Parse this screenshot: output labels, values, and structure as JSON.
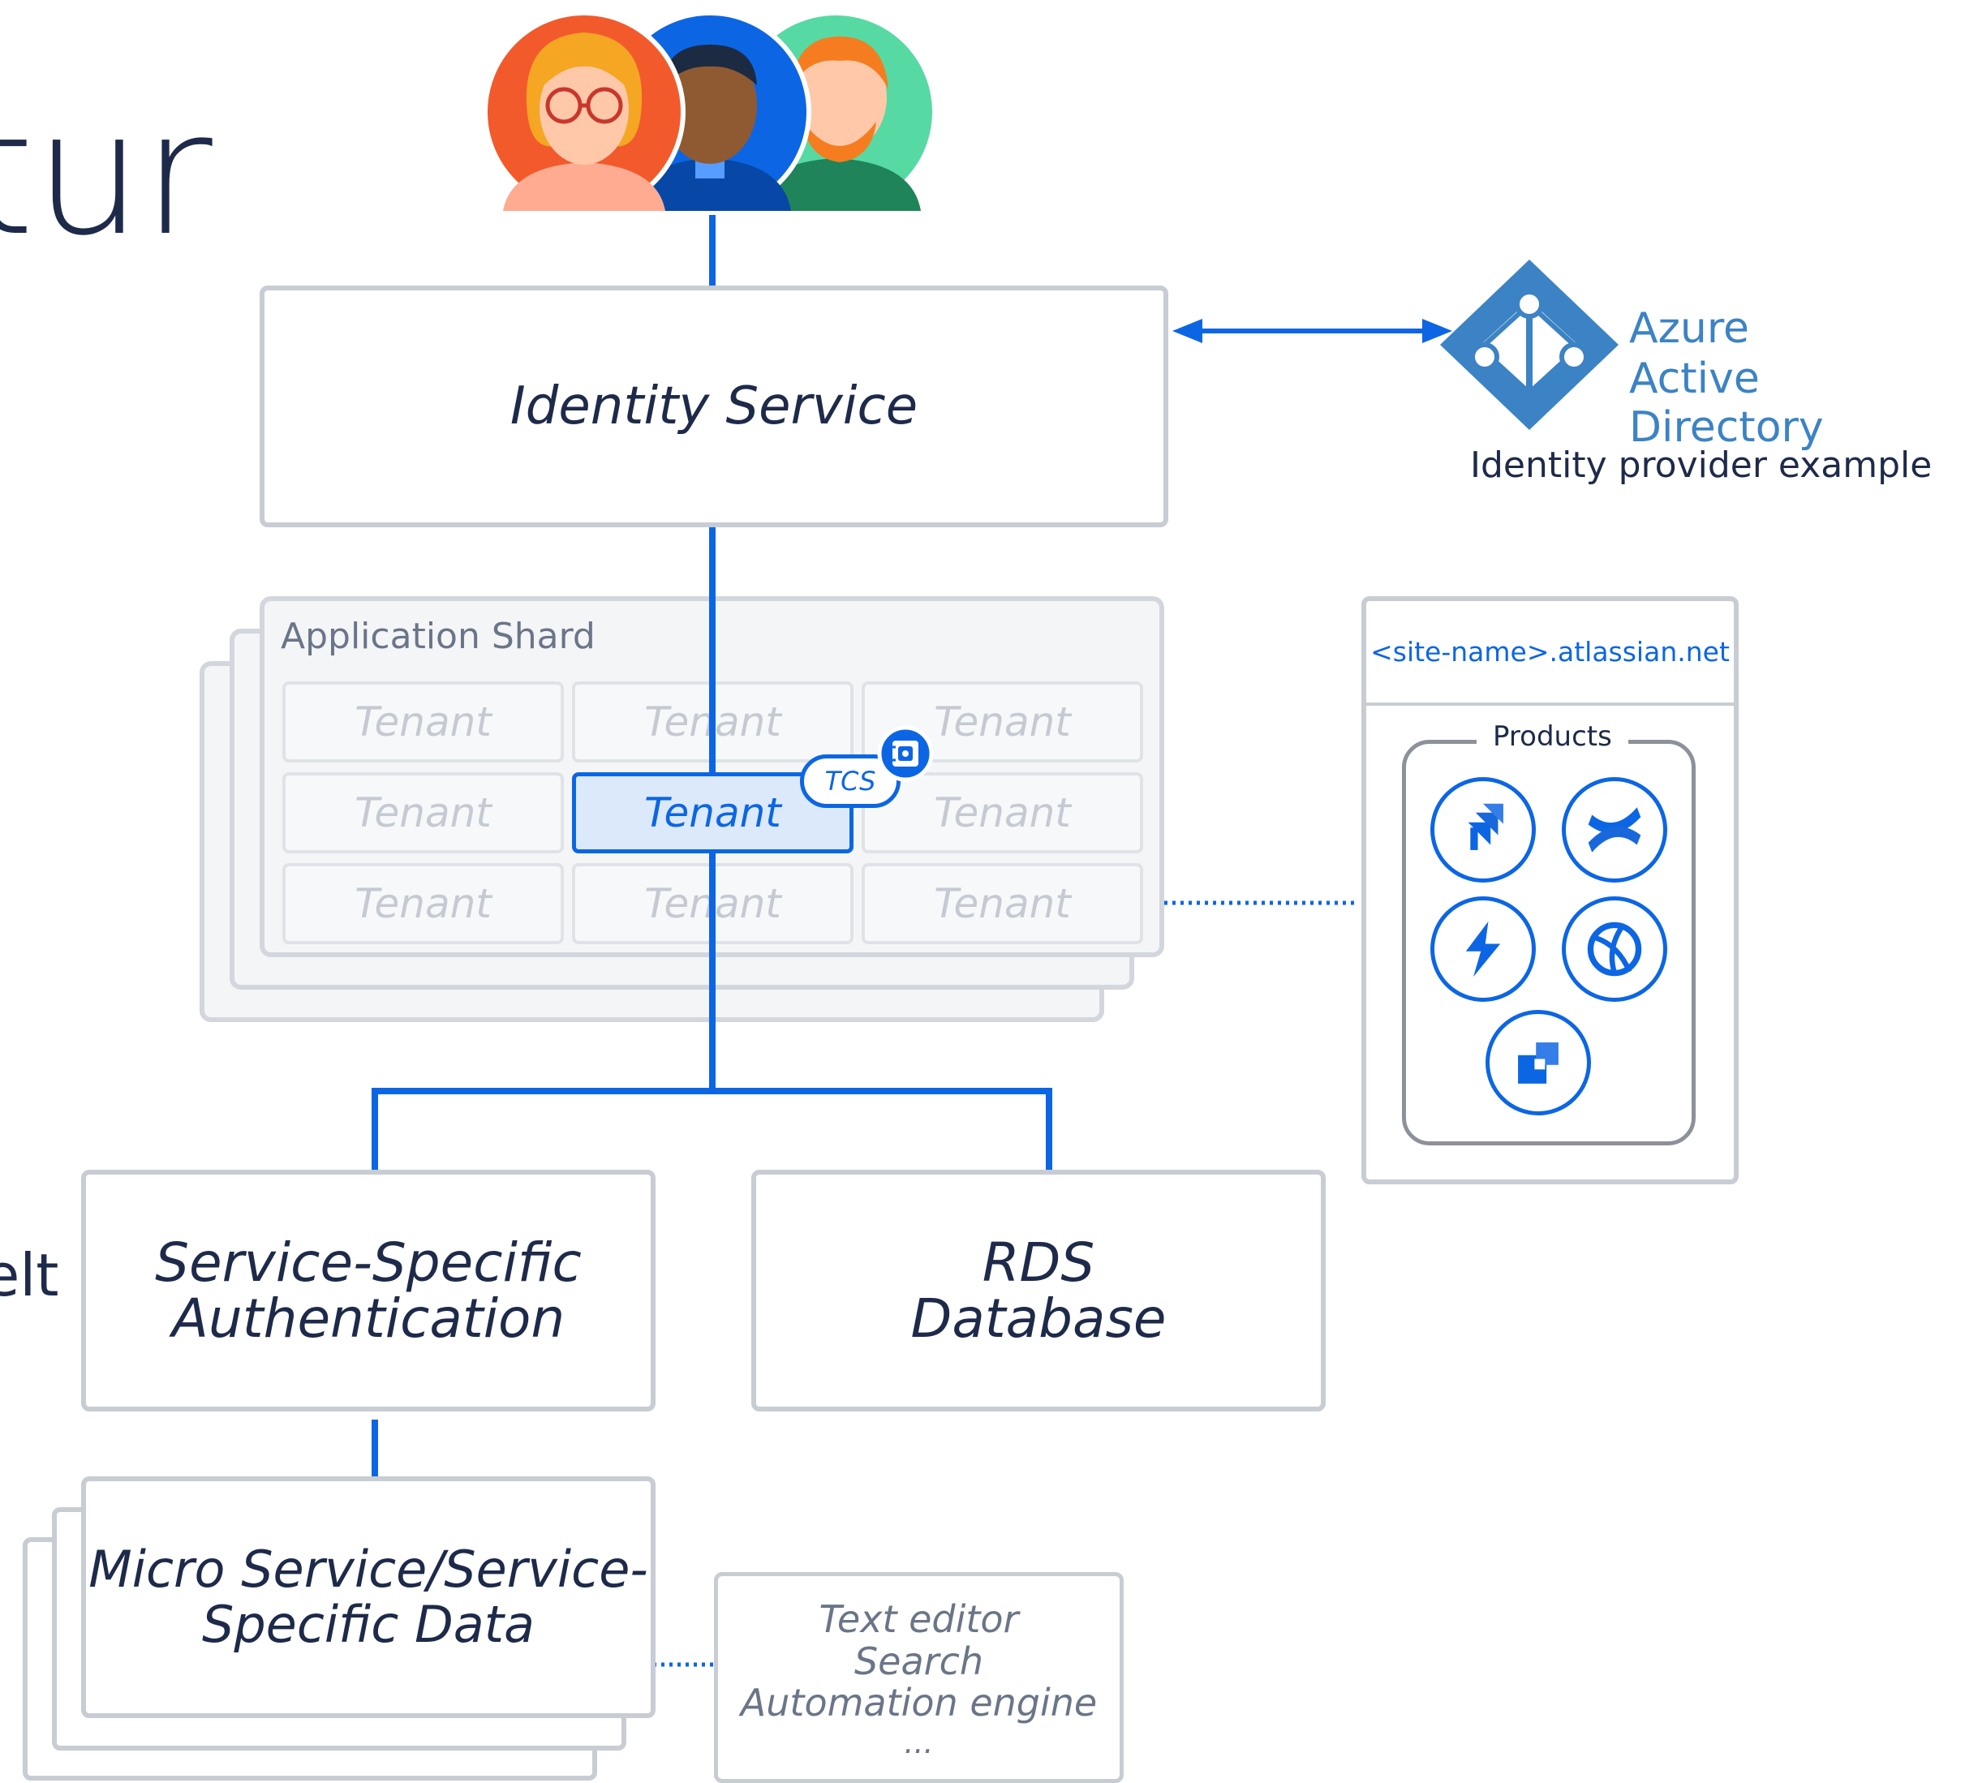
{
  "fragments": {
    "title_partial": "tur",
    "side_partial": "elt"
  },
  "identity_service": {
    "label": "Identity Service"
  },
  "azure": {
    "line1": "Azure",
    "line2": "Active Directory",
    "caption": "Identity provider example"
  },
  "shard": {
    "title": "Application Shard",
    "tenants": [
      "Tenant",
      "Tenant",
      "Tenant",
      "Tenant",
      "Tenant",
      "Tenant",
      "Tenant",
      "Tenant",
      "Tenant"
    ],
    "tcs_label": "TCS"
  },
  "site": {
    "url": "<site-name>.atlassian.net",
    "products_label": "Products"
  },
  "auth": {
    "line1": "Service-Specific",
    "line2": "Authentication"
  },
  "rds": {
    "line1": "RDS",
    "line2": "Database"
  },
  "micro": {
    "line1": "Micro Service/Service-",
    "line2": "Specific Data"
  },
  "features": {
    "items": [
      "Text editor",
      "Search",
      "Automation engine",
      "..."
    ]
  },
  "colors": {
    "accent": "#0c66e4",
    "azure": "#3b83c4",
    "text": "#1e2a4a",
    "border": "#c8ccd3"
  },
  "icons": [
    "person-red-icon",
    "person-blue-icon",
    "person-green-icon",
    "azure-ad-icon",
    "lock-icon",
    "jira-icon",
    "confluence-icon",
    "jsm-icon",
    "loom-icon",
    "statuspage-icon"
  ]
}
